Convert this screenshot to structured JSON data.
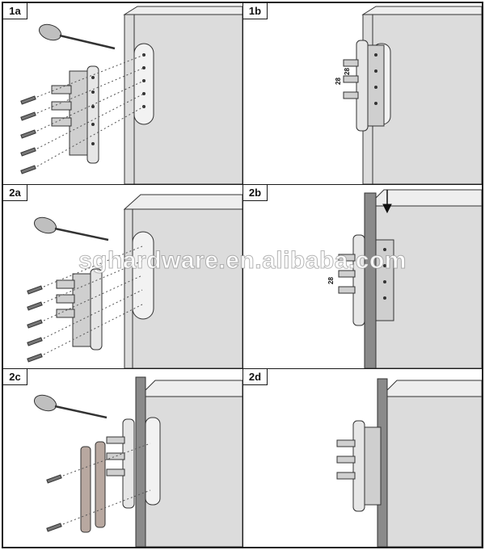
{
  "steps": [
    "1a",
    "1b",
    "2a",
    "2b",
    "2c",
    "2d"
  ],
  "dimensions": {
    "d1": "28",
    "d2": "28",
    "d3": "28"
  },
  "watermark": "sghardware.en.alibaba.com",
  "colors": {
    "frame": "#d9d9d9",
    "frame_shade": "#bdbdbd",
    "hinge": "#cfcfcf",
    "stroke": "#333333",
    "dotted": "#555555"
  },
  "icons": [
    "screwdriver-icon",
    "screw-icon",
    "hinge-icon",
    "door-frame-icon",
    "arrow-down-icon"
  ]
}
